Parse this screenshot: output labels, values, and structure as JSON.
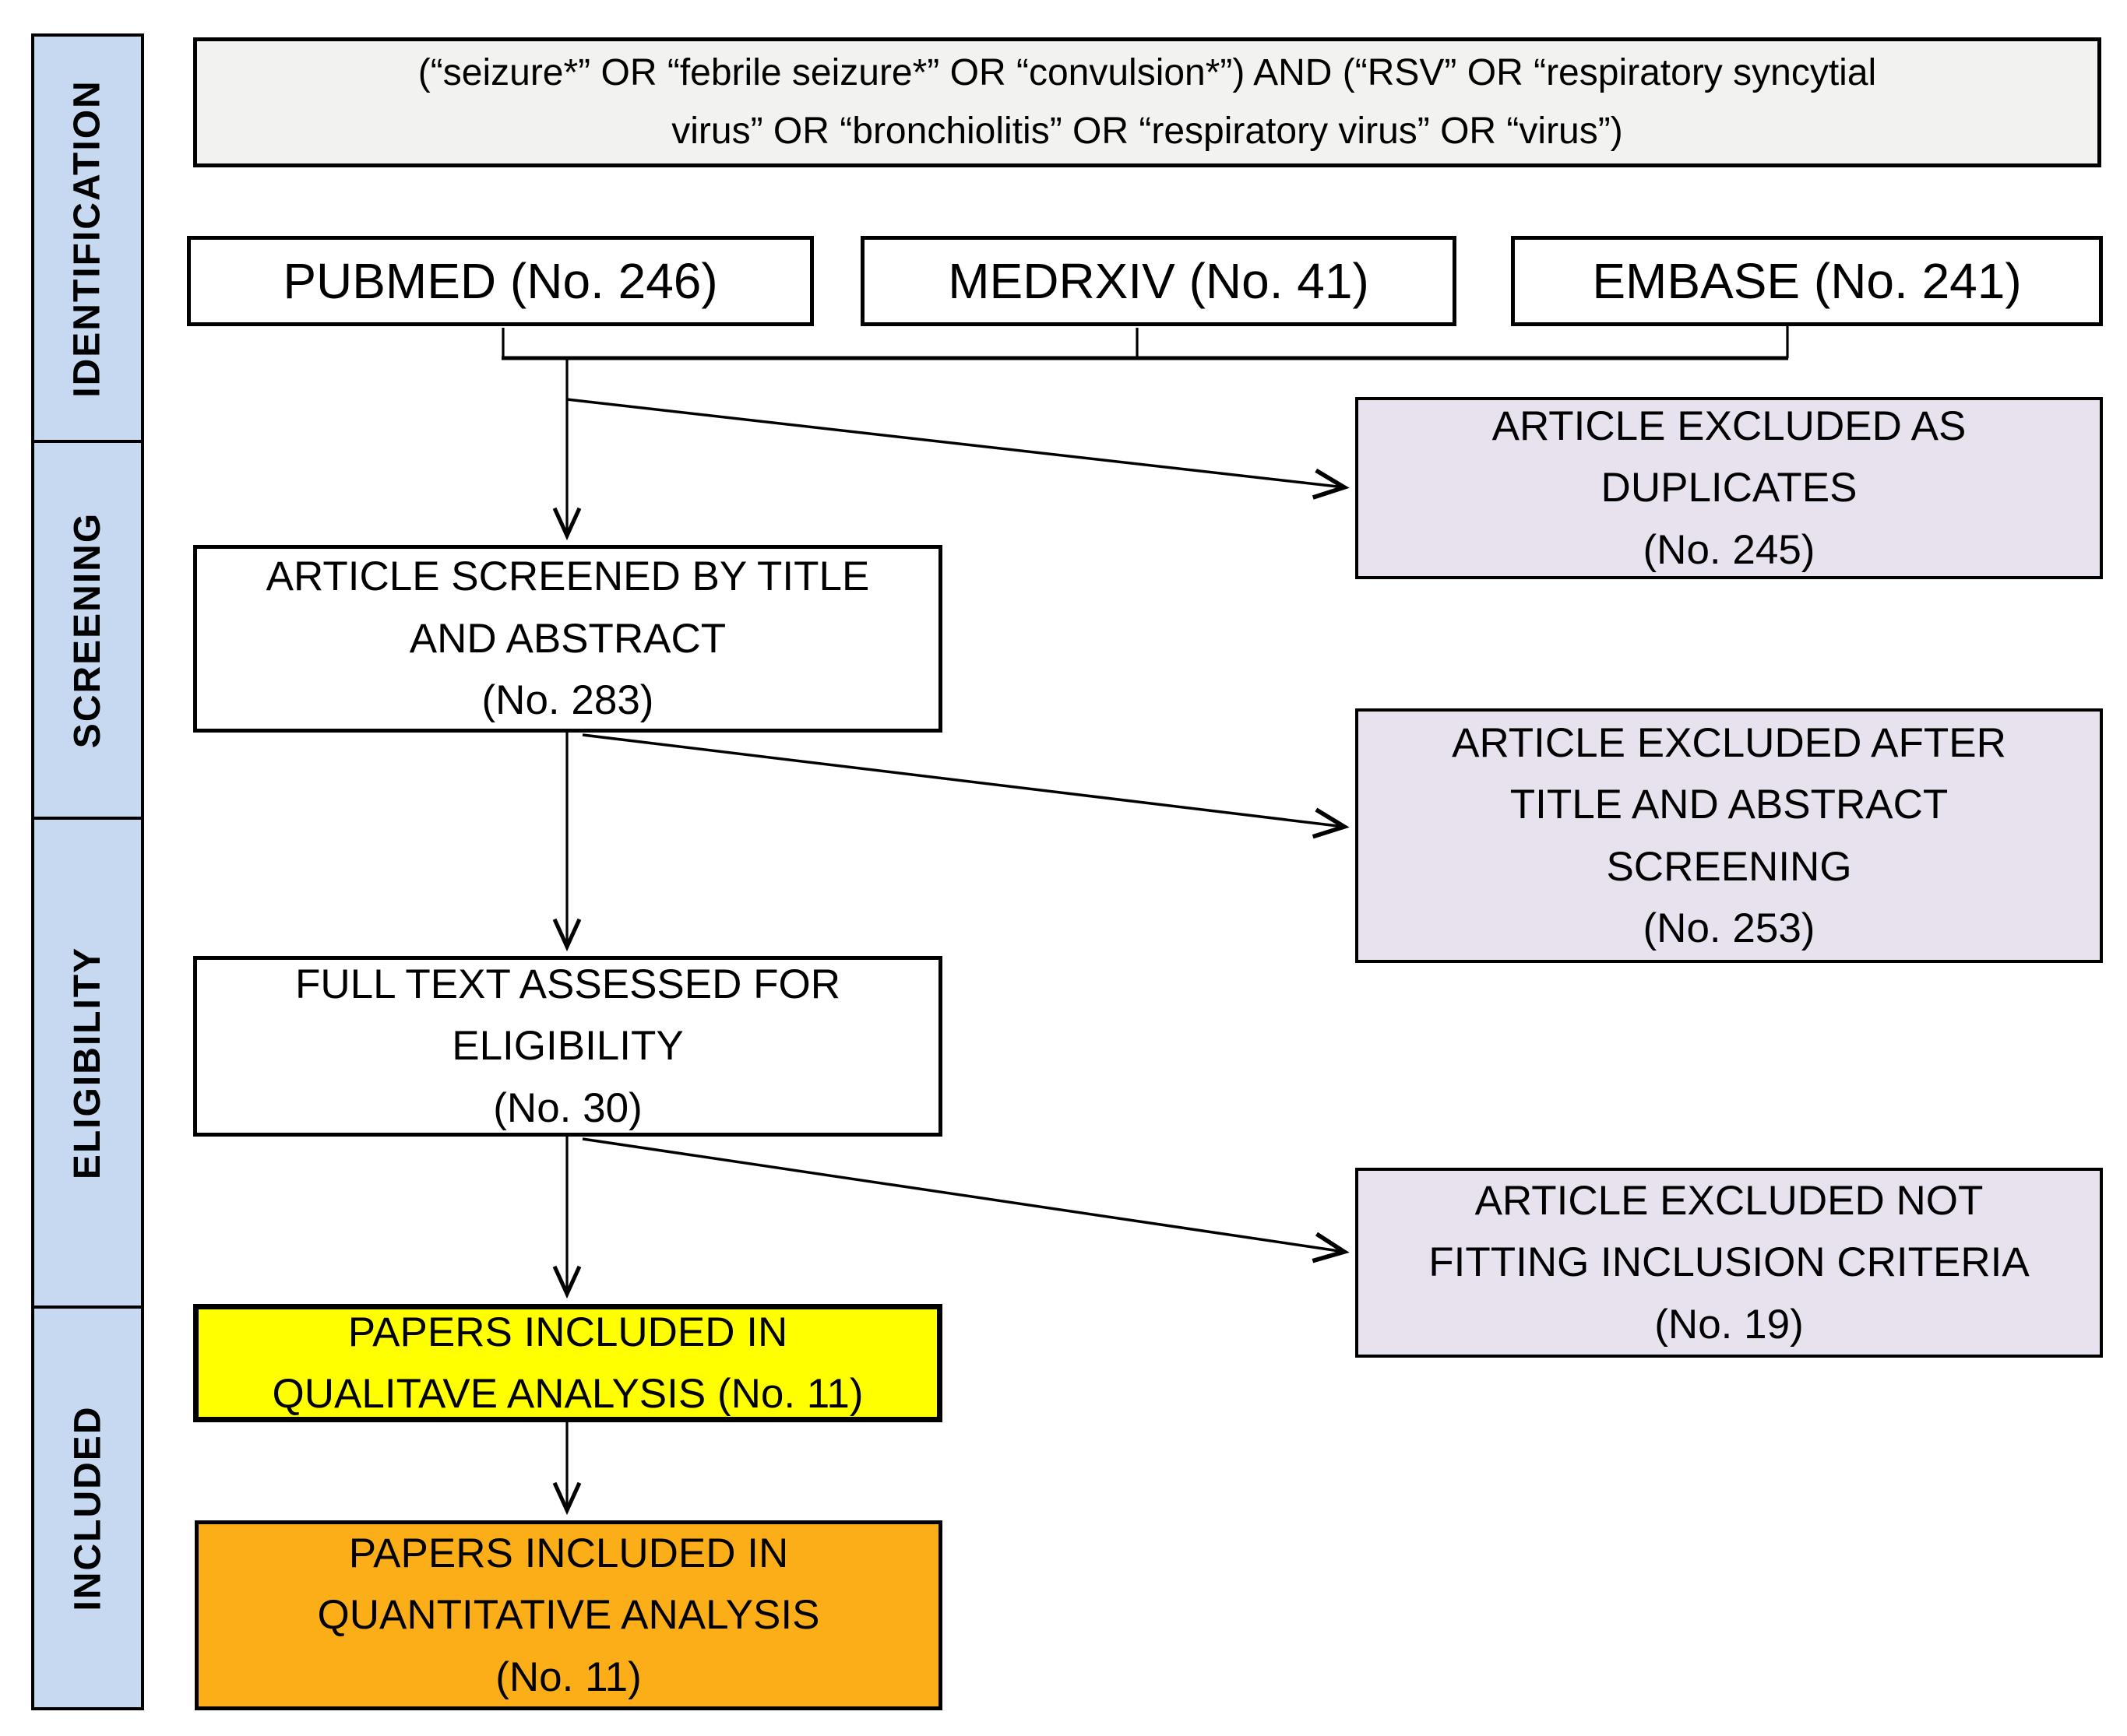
{
  "sidebar": {
    "sections": [
      {
        "label": "IDENTIFICATION"
      },
      {
        "label": "SCREENING"
      },
      {
        "label": "ELIGIBILITY"
      },
      {
        "label": "INCLUDED"
      }
    ]
  },
  "search": {
    "query": "(“seizure*” OR “febrile seizure*” OR “convulsion*”) AND (“RSV” OR “respiratory syncytial\nvirus” OR “bronchiolitis” OR “respiratory virus” OR “virus”)"
  },
  "databases": [
    {
      "name": "PUBMED",
      "count": 246,
      "label": "PUBMED (No. 246)"
    },
    {
      "name": "MEDRXIV",
      "count": 41,
      "label": "MEDRXIV (No. 41)"
    },
    {
      "name": "EMBASE",
      "count": 241,
      "label": "EMBASE (No. 241)"
    }
  ],
  "flow": {
    "screened": {
      "count": 283,
      "label": "ARTICLE SCREENED BY TITLE\nAND ABSTRACT\n(No. 283)"
    },
    "fulltext": {
      "count": 30,
      "label": "FULL TEXT ASSESSED FOR\nELIGIBILITY\n(No. 30)"
    },
    "qualitative": {
      "count": 11,
      "label": "PAPERS INCLUDED IN\nQUALITAVE ANALYSIS (No. 11)"
    },
    "quantitative": {
      "count": 11,
      "label": "PAPERS INCLUDED IN\nQUANTITATIVE ANALYSIS\n(No. 11)"
    }
  },
  "exclusions": [
    {
      "count": 245,
      "label": "ARTICLE EXCLUDED AS\nDUPLICATES\n(No. 245)"
    },
    {
      "count": 253,
      "label": "ARTICLE EXCLUDED AFTER\nTITLE AND ABSTRACT\nSCREENING\n(No. 253)"
    },
    {
      "count": 19,
      "label": "ARTICLE EXCLUDED NOT\nFITTING INCLUSION CRITERIA\n(No. 19)"
    }
  ],
  "colors": {
    "sidebar_fill": "#C6D9F1",
    "search_fill": "#F2F2F0",
    "exclusion_fill": "#E7E2EE",
    "qualitative_fill": "#FFFF00",
    "quantitative_fill": "#FBAE17",
    "box_border": "#000000"
  }
}
